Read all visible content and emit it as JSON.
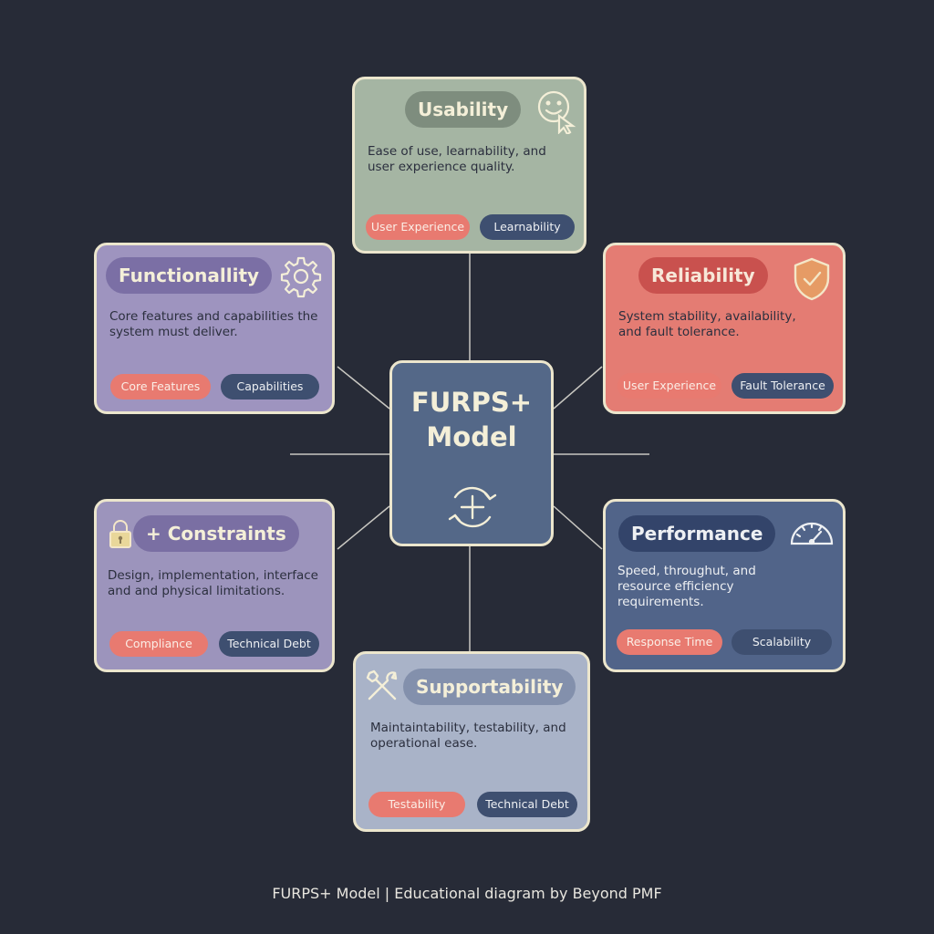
{
  "center": {
    "title_line1": "FURPS+",
    "title_line2": "Model",
    "icon": "cycle-plus-icon"
  },
  "cards": {
    "usability": {
      "title": "Usability",
      "description": "Ease of use, learnability, and user experience quality.",
      "tags": [
        "User Experience",
        "Learnability"
      ],
      "icon": "smiley-cursor-icon"
    },
    "functionality": {
      "title": "Functionallity",
      "description": "Core features and capabilities the system must deliver.",
      "tags": [
        "Core Features",
        "Capabilities"
      ],
      "icon": "gear-icon"
    },
    "reliability": {
      "title": "Reliability",
      "description": "System stability, availability, and fault tolerance.",
      "tags": [
        "User Experience",
        "Fault Tolerance"
      ],
      "icon": "shield-check-icon"
    },
    "constraints": {
      "title": "+ Constraints",
      "description": "Design, implementation, interface and and physical limitations.",
      "tags": [
        "Compliance",
        "Technical Debt"
      ],
      "icon": "padlock-icon"
    },
    "performance": {
      "title": "Performance",
      "description": "Speed, throughut, and resource efficiency requirements.",
      "tags": [
        "Response Time",
        "Scalability"
      ],
      "icon": "speedometer-icon"
    },
    "supportability": {
      "title": "Supportability",
      "description": "Maintaintability, testability, and operational ease.",
      "tags": [
        "Testability",
        "Technical Debt"
      ],
      "icon": "wrench-screwdriver-icon"
    }
  },
  "caption": "FURPS+ Model | Educational diagram by Beyond PMF",
  "colors": {
    "background": "#272b37",
    "card_border": "#ece6cd",
    "usability": "#a5b5a3",
    "functionality": "#9e94bf",
    "reliability": "#e47c73",
    "constraints": "#9c94bc",
    "performance": "#516489",
    "supportability": "#a9b3c8",
    "center": "#546888",
    "tag_red": "#e87a70",
    "tag_navy": "#3e4f70"
  }
}
